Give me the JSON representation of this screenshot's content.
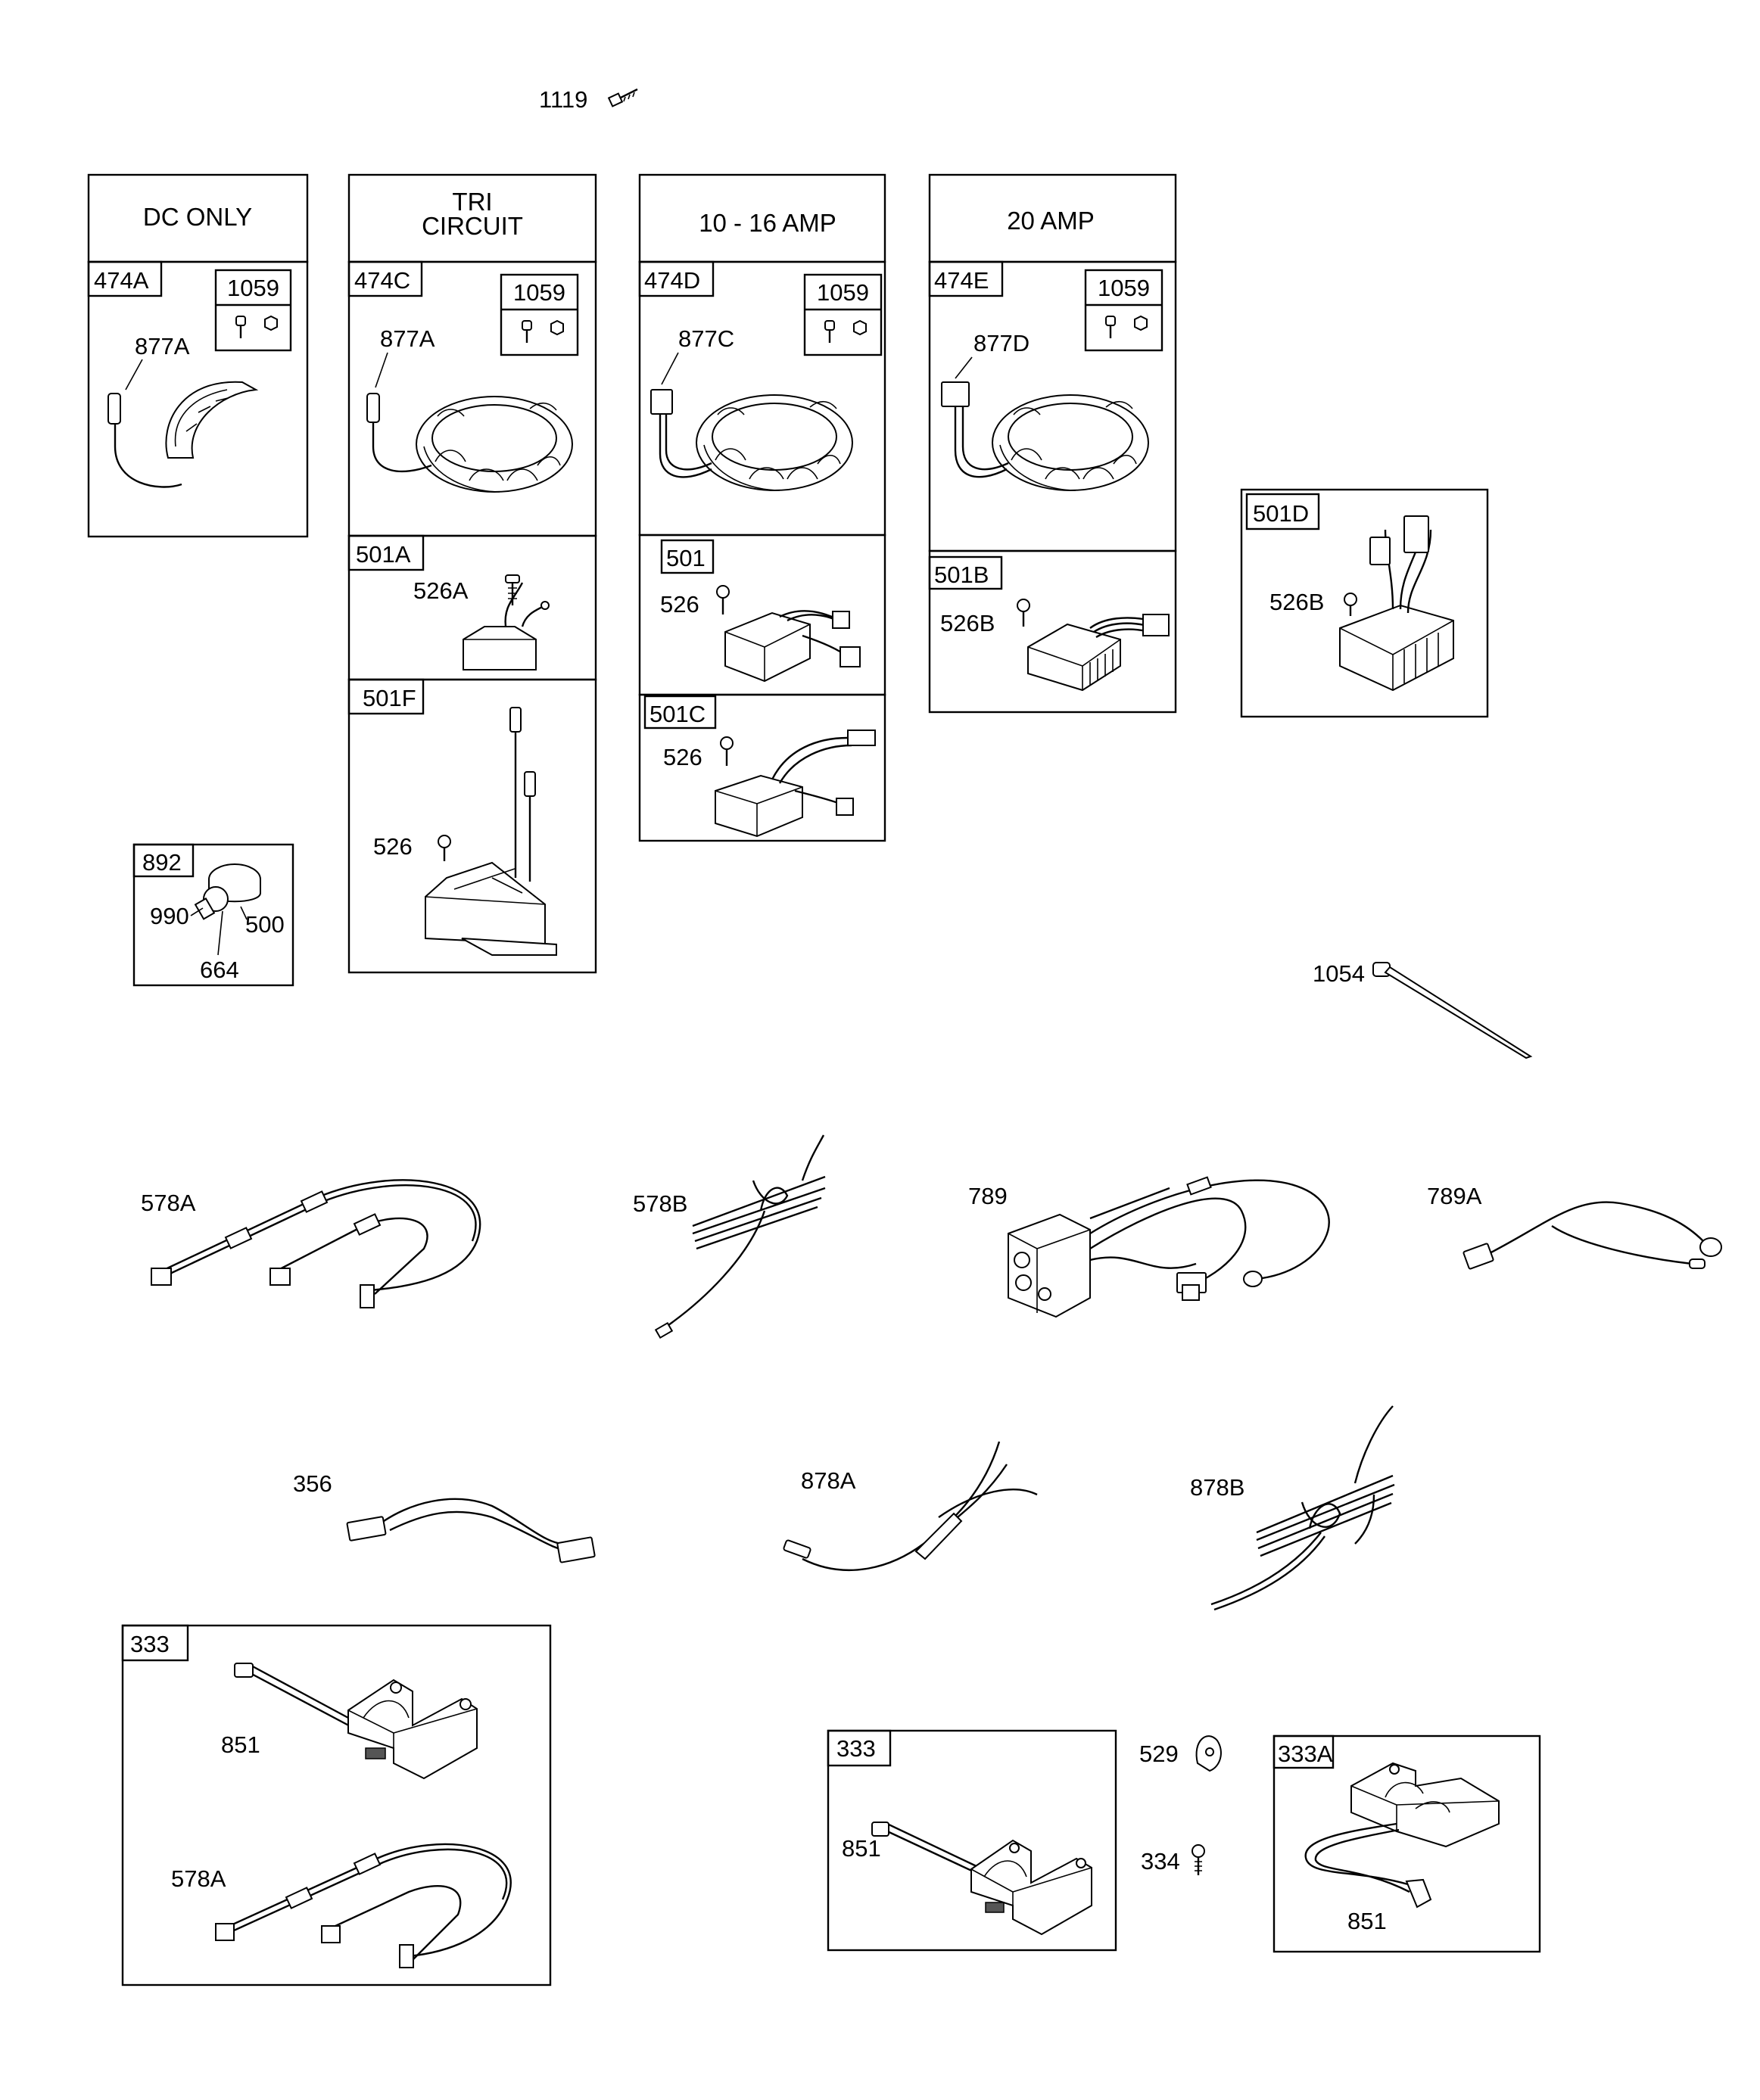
{
  "headers": {
    "dc_only": "DC ONLY",
    "tri_line1": "TRI",
    "tri_line2": "CIRCUIT",
    "amp_10_16": "10 - 16 AMP",
    "amp_20": "20 AMP"
  },
  "labels": {
    "p1119": "1119",
    "p474A": "474A",
    "p474C": "474C",
    "p474D": "474D",
    "p474E": "474E",
    "p1059a": "1059",
    "p1059b": "1059",
    "p1059c": "1059",
    "p1059d": "1059",
    "p877A_1": "877A",
    "p877A_2": "877A",
    "p877C": "877C",
    "p877D": "877D",
    "p501A": "501A",
    "p526A": "526A",
    "p501": "501",
    "p526_1": "526",
    "p501B": "501B",
    "p526B_1": "526B",
    "p501D": "501D",
    "p526B_2": "526B",
    "p501C": "501C",
    "p526_2": "526",
    "p501F": "501F",
    "p526_3": "526",
    "p892": "892",
    "p990": "990",
    "p500": "500",
    "p664": "664",
    "p1054": "1054",
    "p578A_1": "578A",
    "p578B": "578B",
    "p789": "789",
    "p789A": "789A",
    "p356": "356",
    "p878A": "878A",
    "p878B": "878B",
    "p333_1": "333",
    "p851_1": "851",
    "p578A_2": "578A",
    "p333_2": "333",
    "p851_2": "851",
    "p529": "529",
    "p334": "334",
    "p333A": "333A",
    "p851_3": "851"
  }
}
